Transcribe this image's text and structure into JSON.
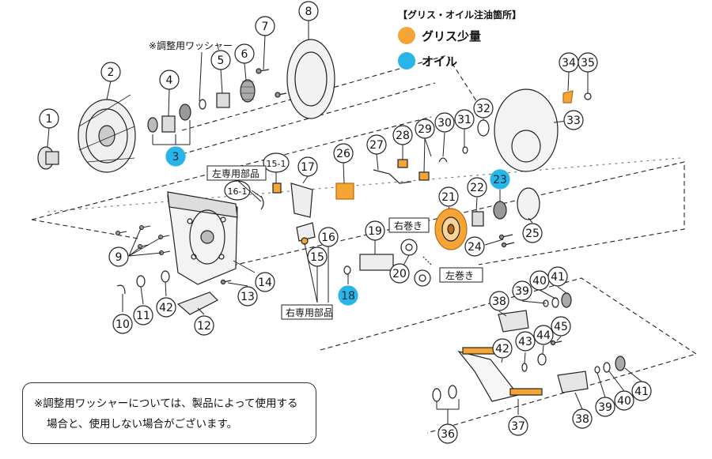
{
  "legend": {
    "title": "【グリス・オイル注油箇所】",
    "items": [
      {
        "label": "グリス少量",
        "color": "#f5a436"
      },
      {
        "label": "オイル",
        "color": "#29b5e8"
      }
    ]
  },
  "note": {
    "line1": "※調整用ワッシャーについては、製品によって使用する",
    "line2": "場合と、使用しない場合がございます。"
  },
  "annotations": {
    "washer": "※調整用ワッシャー",
    "left_only": "左専用部品",
    "right_only": "右専用部品",
    "right_wind": "右巻き",
    "left_wind": "左巻き"
  },
  "parts": [
    {
      "label": "1",
      "type": "plain"
    },
    {
      "label": "2",
      "type": "plain"
    },
    {
      "label": "3",
      "type": "oil"
    },
    {
      "label": "4",
      "type": "plain"
    },
    {
      "label": "5",
      "type": "plain"
    },
    {
      "label": "6",
      "type": "plain"
    },
    {
      "label": "7",
      "type": "plain"
    },
    {
      "label": "8",
      "type": "plain"
    },
    {
      "label": "9",
      "type": "plain"
    },
    {
      "label": "10",
      "type": "plain"
    },
    {
      "label": "11",
      "type": "plain"
    },
    {
      "label": "12",
      "type": "plain"
    },
    {
      "label": "13",
      "type": "plain"
    },
    {
      "label": "14",
      "type": "plain"
    },
    {
      "label": "15",
      "type": "plain"
    },
    {
      "label": "15-1",
      "type": "plain"
    },
    {
      "label": "16",
      "type": "plain"
    },
    {
      "label": "16-1",
      "type": "plain"
    },
    {
      "label": "17",
      "type": "plain"
    },
    {
      "label": "18",
      "type": "oil"
    },
    {
      "label": "19",
      "type": "plain"
    },
    {
      "label": "20",
      "type": "plain"
    },
    {
      "label": "21",
      "type": "plain"
    },
    {
      "label": "22",
      "type": "plain"
    },
    {
      "label": "23",
      "type": "oil"
    },
    {
      "label": "24",
      "type": "plain"
    },
    {
      "label": "25",
      "type": "plain"
    },
    {
      "label": "26",
      "type": "plain"
    },
    {
      "label": "27",
      "type": "plain"
    },
    {
      "label": "28",
      "type": "plain"
    },
    {
      "label": "29",
      "type": "plain"
    },
    {
      "label": "30",
      "type": "plain"
    },
    {
      "label": "31",
      "type": "plain"
    },
    {
      "label": "32",
      "type": "plain"
    },
    {
      "label": "33",
      "type": "plain"
    },
    {
      "label": "34",
      "type": "plain"
    },
    {
      "label": "35",
      "type": "plain"
    },
    {
      "label": "36",
      "type": "plain"
    },
    {
      "label": "37",
      "type": "plain"
    },
    {
      "label": "38",
      "type": "plain"
    },
    {
      "label": "38",
      "type": "plain"
    },
    {
      "label": "39",
      "type": "plain"
    },
    {
      "label": "39",
      "type": "plain"
    },
    {
      "label": "40",
      "type": "plain"
    },
    {
      "label": "40",
      "type": "plain"
    },
    {
      "label": "41",
      "type": "plain"
    },
    {
      "label": "41",
      "type": "plain"
    },
    {
      "label": "42",
      "type": "plain"
    },
    {
      "label": "42",
      "type": "plain"
    },
    {
      "label": "43",
      "type": "plain"
    },
    {
      "label": "44",
      "type": "plain"
    },
    {
      "label": "45",
      "type": "plain"
    }
  ]
}
